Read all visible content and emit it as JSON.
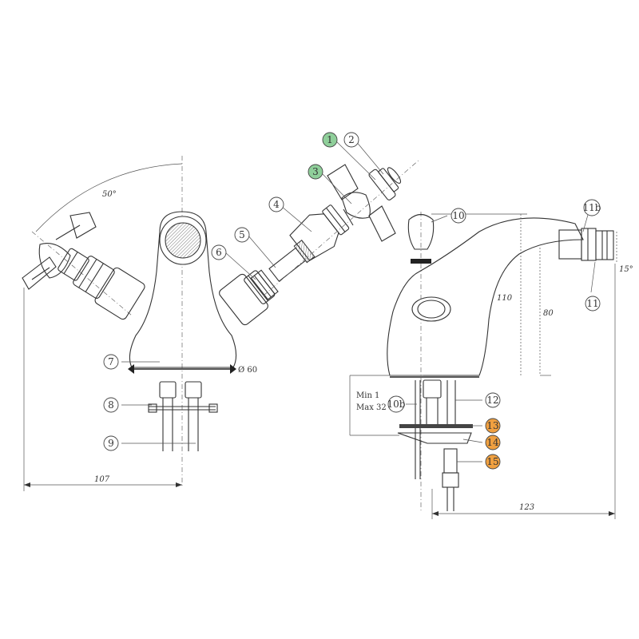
{
  "callouts": [
    {
      "id": "c1",
      "text": "1",
      "fill": "#8fcf9a"
    },
    {
      "id": "c2",
      "text": "2",
      "fill": "#ffffff"
    },
    {
      "id": "c3",
      "text": "3",
      "fill": "#8fcf9a"
    },
    {
      "id": "c4",
      "text": "4",
      "fill": "#ffffff"
    },
    {
      "id": "c5",
      "text": "5",
      "fill": "#ffffff"
    },
    {
      "id": "c6",
      "text": "6",
      "fill": "#ffffff"
    },
    {
      "id": "c7",
      "text": "7",
      "fill": "#ffffff"
    },
    {
      "id": "c8",
      "text": "8",
      "fill": "#ffffff"
    },
    {
      "id": "c9",
      "text": "9",
      "fill": "#ffffff"
    },
    {
      "id": "c10",
      "text": "10",
      "fill": "#ffffff"
    },
    {
      "id": "c10b",
      "text": "10b",
      "fill": "#ffffff"
    },
    {
      "id": "c11",
      "text": "11",
      "fill": "#ffffff"
    },
    {
      "id": "c11b",
      "text": "11b",
      "fill": "#ffffff"
    },
    {
      "id": "c12",
      "text": "12",
      "fill": "#ffffff"
    },
    {
      "id": "c13",
      "text": "13",
      "fill": "#f0a040"
    },
    {
      "id": "c14",
      "text": "14",
      "fill": "#f0a040"
    },
    {
      "id": "c15",
      "text": "15",
      "fill": "#f0a040"
    }
  ],
  "dimensions": {
    "angle_50": "50°",
    "width_107": "107",
    "diameter_60": "Ø 60",
    "height_110": "110",
    "height_80": "80",
    "angle_15": "15°",
    "width_123": "123",
    "deck_min": "Min 1",
    "deck_max": "Max 32"
  },
  "colors": {
    "callout_green": "#8fcf9a",
    "callout_orange": "#f0a040",
    "line": "#333333"
  }
}
